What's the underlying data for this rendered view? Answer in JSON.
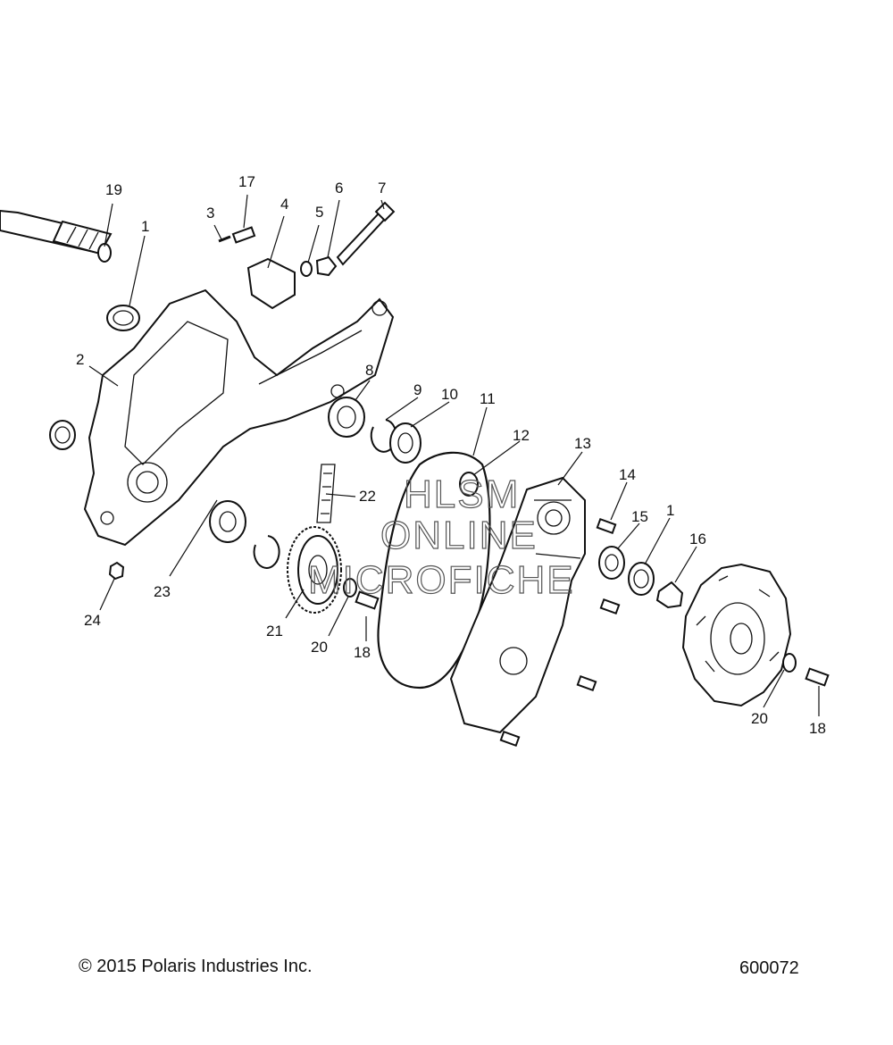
{
  "callouts": [
    "19",
    "1",
    "3",
    "17",
    "4",
    "5",
    "6",
    "7",
    "2",
    "8",
    "9",
    "10",
    "11",
    "12",
    "13",
    "14",
    "15",
    "1",
    "16",
    "22",
    "23",
    "24",
    "21",
    "20",
    "18",
    "20",
    "18"
  ],
  "watermark": [
    "HLSM",
    "ONLINE",
    "MICROFICHE"
  ],
  "footer": {
    "copyright": "© 2015 Polaris Industries Inc.",
    "figure_number": "600072"
  }
}
